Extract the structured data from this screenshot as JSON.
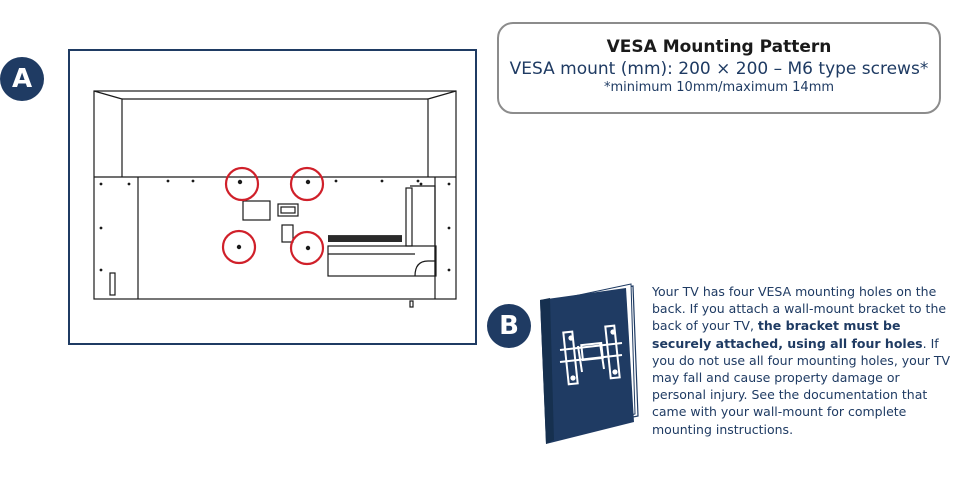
{
  "badges": {
    "a": "A",
    "b": "B"
  },
  "vesa": {
    "title": "VESA Mounting Pattern",
    "spec": "VESA mount (mm): 200 × 200  – M6  type screws*",
    "note": "*minimum 10mm/maximum 14mm"
  },
  "info": {
    "part1": "Your TV has four VESA mounting holes on the back. If you attach a wall-mount bracket to the back of your TV, ",
    "bold": "the bracket must be securely attached, using all four holes",
    "part2": ". If you do not use all four mounting holes, your TV may fall and cause property damage or personal injury. See the documentation that came with your wall-mount for complete mounting instructions."
  },
  "colors": {
    "navy": "#1f3b63",
    "highlight": "#d0202a",
    "border_gray": "#8c8c8c"
  },
  "icons": {
    "tv": "tv-back-icon",
    "book": "manual-book-icon",
    "bracket": "wall-mount-bracket-icon"
  }
}
